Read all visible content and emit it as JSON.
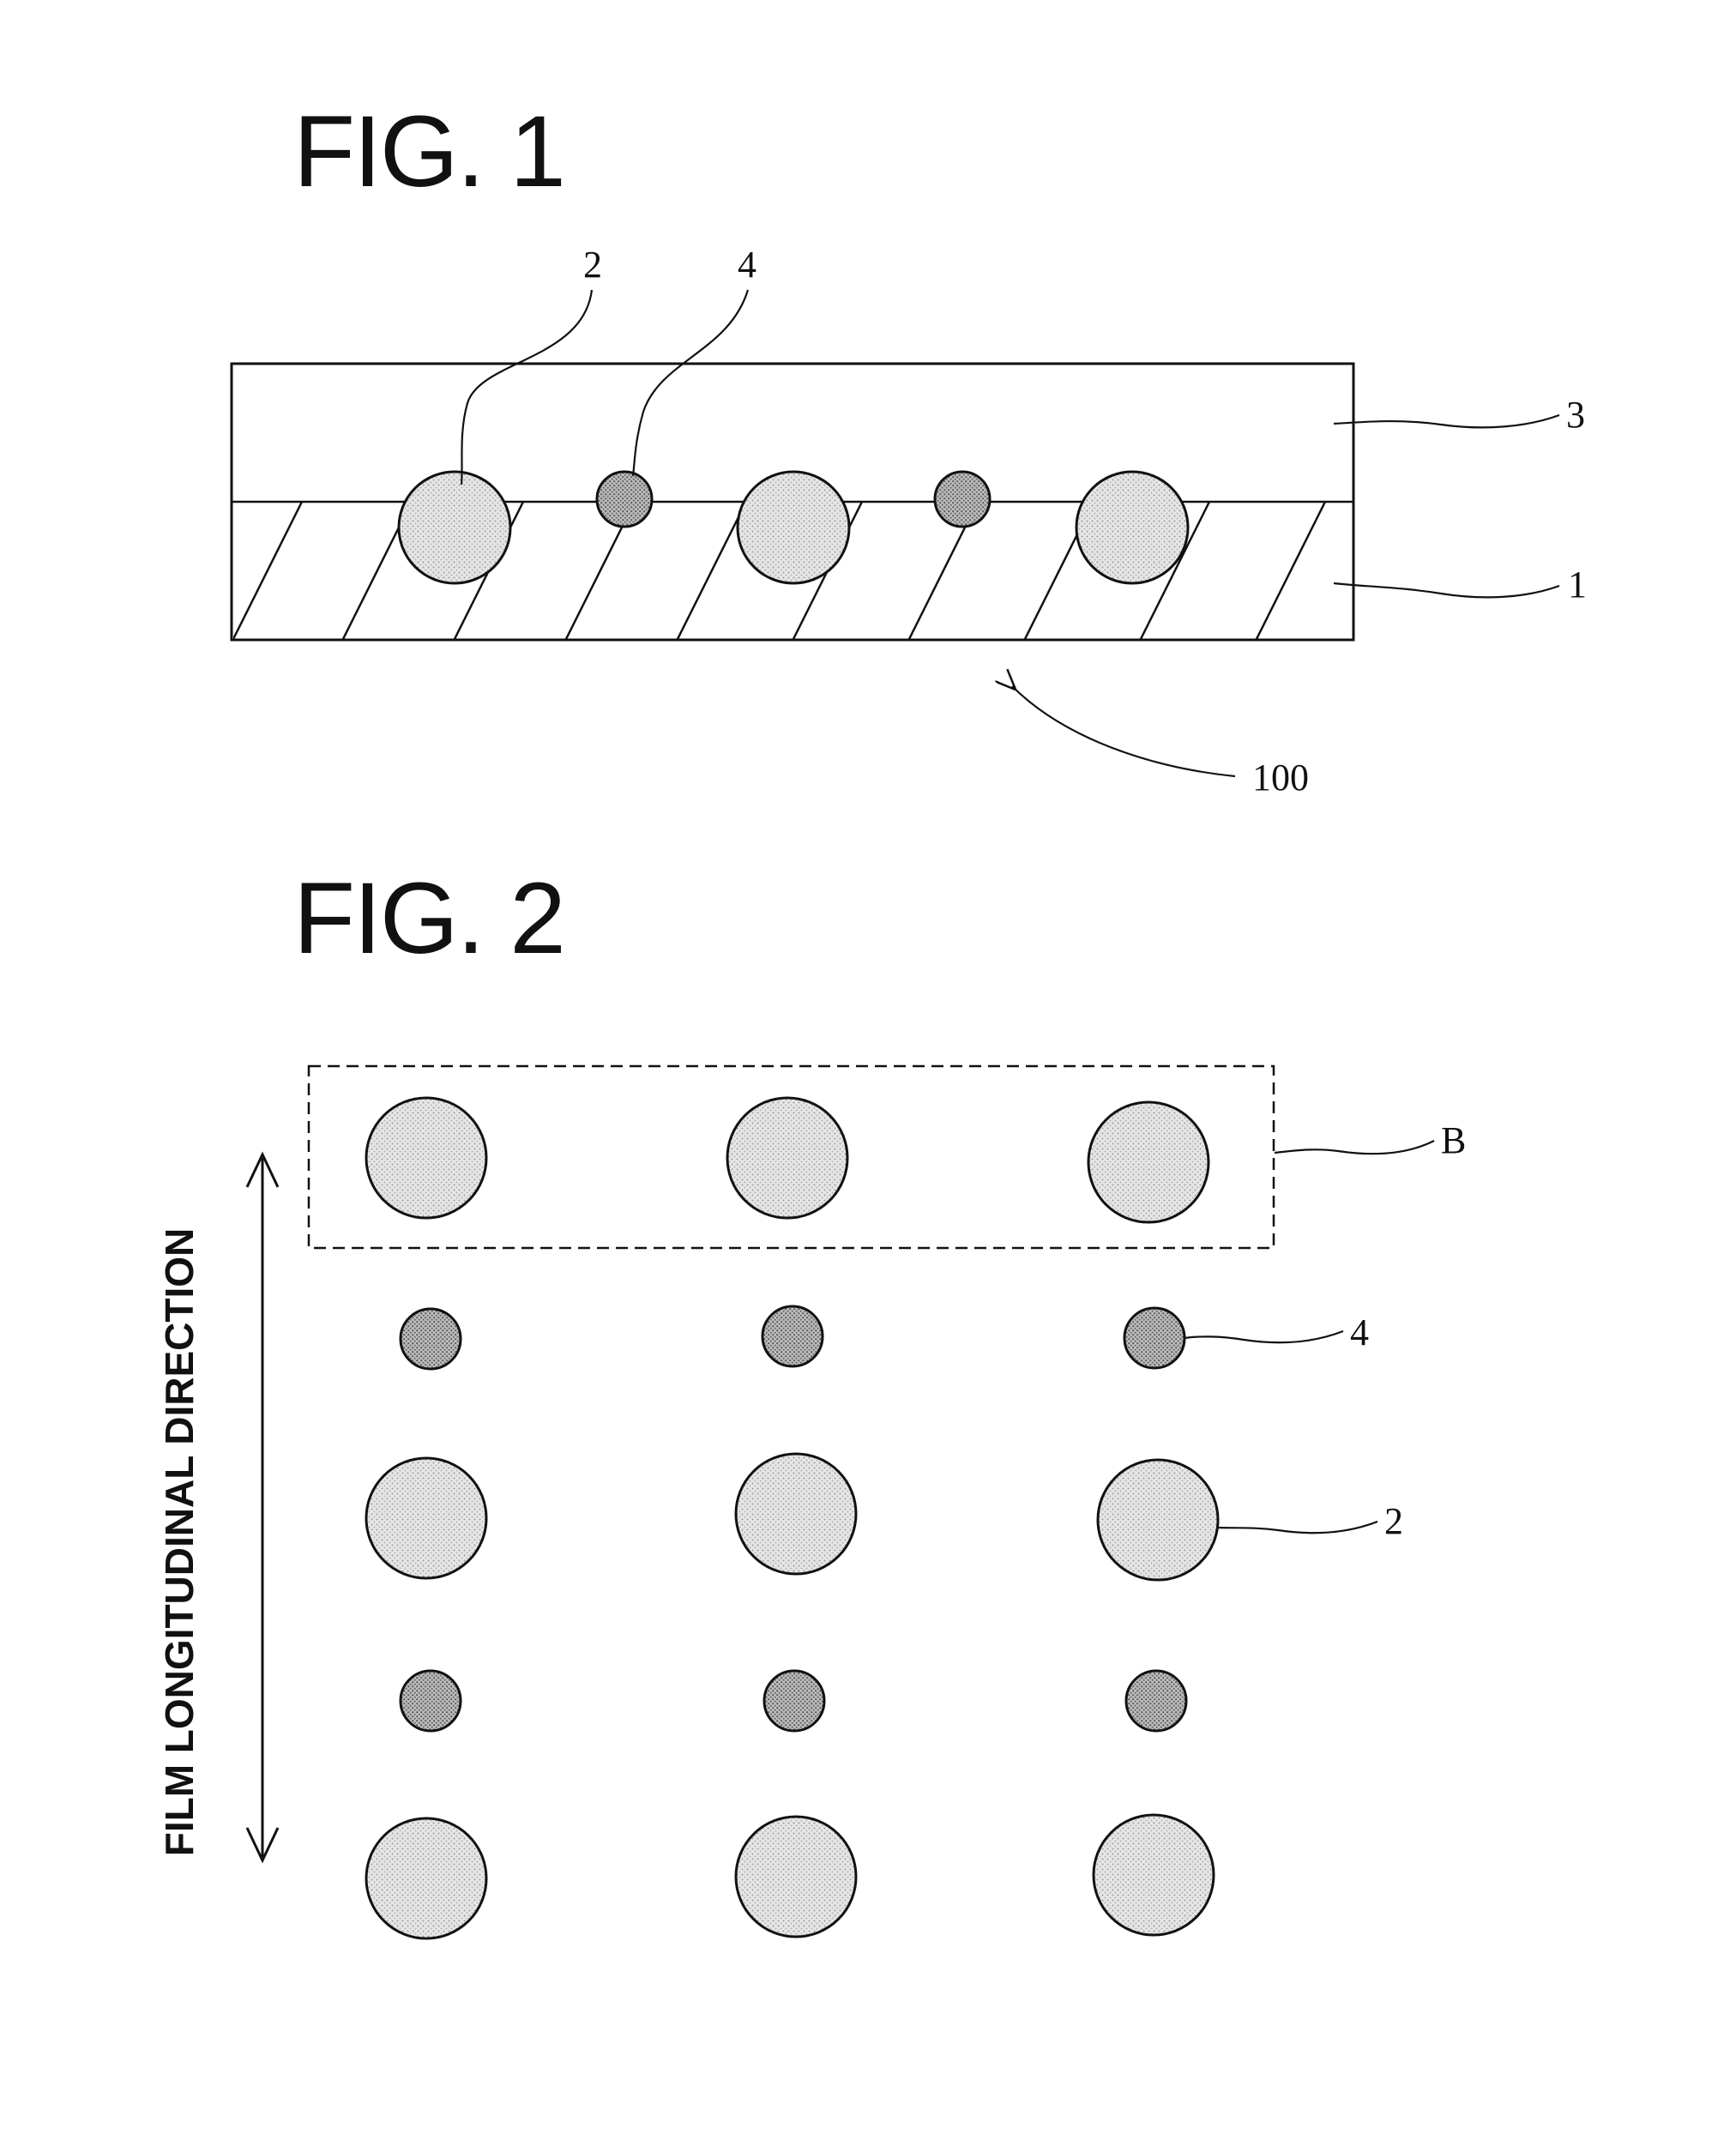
{
  "figure1": {
    "title": "FIG. 1",
    "labels": {
      "conductive_particle": "2",
      "filler": "4",
      "resin_layer": "3",
      "insulating_layer": "1",
      "film": "100"
    }
  },
  "figure2": {
    "title": "FIG. 2",
    "labels": {
      "row_group": "B",
      "filler": "4",
      "conductive_particle": "2"
    },
    "direction_text": "FILM LONGITUDINAL DIRECTION"
  },
  "colors": {
    "line": "#111111",
    "large_particle_fill": "#d9d9d9",
    "small_particle_fill": "#9a9a9a"
  }
}
